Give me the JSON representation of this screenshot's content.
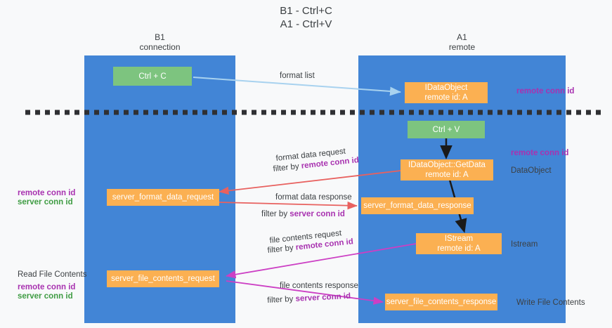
{
  "title": {
    "line1": "B1 - Ctrl+C",
    "line2": "A1 - Ctrl+V"
  },
  "columns": {
    "left": {
      "name": "B1",
      "role": "connection"
    },
    "right": {
      "name": "A1",
      "role": "remote"
    }
  },
  "boxes": {
    "ctrl_c": "Ctrl + C",
    "ctrl_v": "Ctrl + V",
    "data_object": {
      "line1": "IDataObject",
      "line2": "remote id: A"
    },
    "get_data": {
      "line1": "IDataObject::GetData",
      "line2": "remote id: A"
    },
    "istream": {
      "line1": "IStream",
      "line2": "remote id: A"
    },
    "server_format_data_request": "server_format_data_request",
    "server_format_data_response": "server_format_data_response",
    "server_file_contents_request": "server_file_contents_request",
    "server_file_contents_response": "server_file_contents_response"
  },
  "right_labels": {
    "remote_conn_id_1": "remote conn id",
    "remote_conn_id_2": "remote conn id",
    "data_object": "DataObject",
    "istream": "Istream",
    "write_file_contents": "Write File Contents"
  },
  "left_labels": {
    "remote_conn_id_1": "remote conn id",
    "server_conn_id_1": "server conn id",
    "read_file_contents": "Read File Contents",
    "remote_conn_id_2": "remote conn id",
    "server_conn_id_2": "server conn id"
  },
  "edge_labels": {
    "format_list": "format list",
    "format_data_request": "format data request",
    "format_data_request_filter_prefix": "filter by ",
    "format_data_request_filter_key": "remote conn id",
    "format_data_response": "format data response",
    "format_data_response_filter_prefix": "filter by ",
    "format_data_response_filter_key": "server conn id",
    "file_contents_request": "file contents request",
    "file_contents_request_filter_prefix": "filter by ",
    "file_contents_request_filter_key": "remote conn id",
    "file_contents_response": "file contents response",
    "file_contents_response_filter_prefix": "filter by ",
    "file_contents_response_filter_key": "server conn id"
  },
  "colors": {
    "panel": "#4285d6",
    "green_box": "#7dc47f",
    "orange_box": "#fbb052",
    "purple_text": "#a832b0",
    "green_text": "#3f9c43",
    "arrow_light_blue": "#a8d2ef",
    "arrow_red": "#e8615f",
    "arrow_magenta": "#cc3fc4",
    "arrow_black": "#1a1a1a",
    "divider": "#2f3033"
  }
}
